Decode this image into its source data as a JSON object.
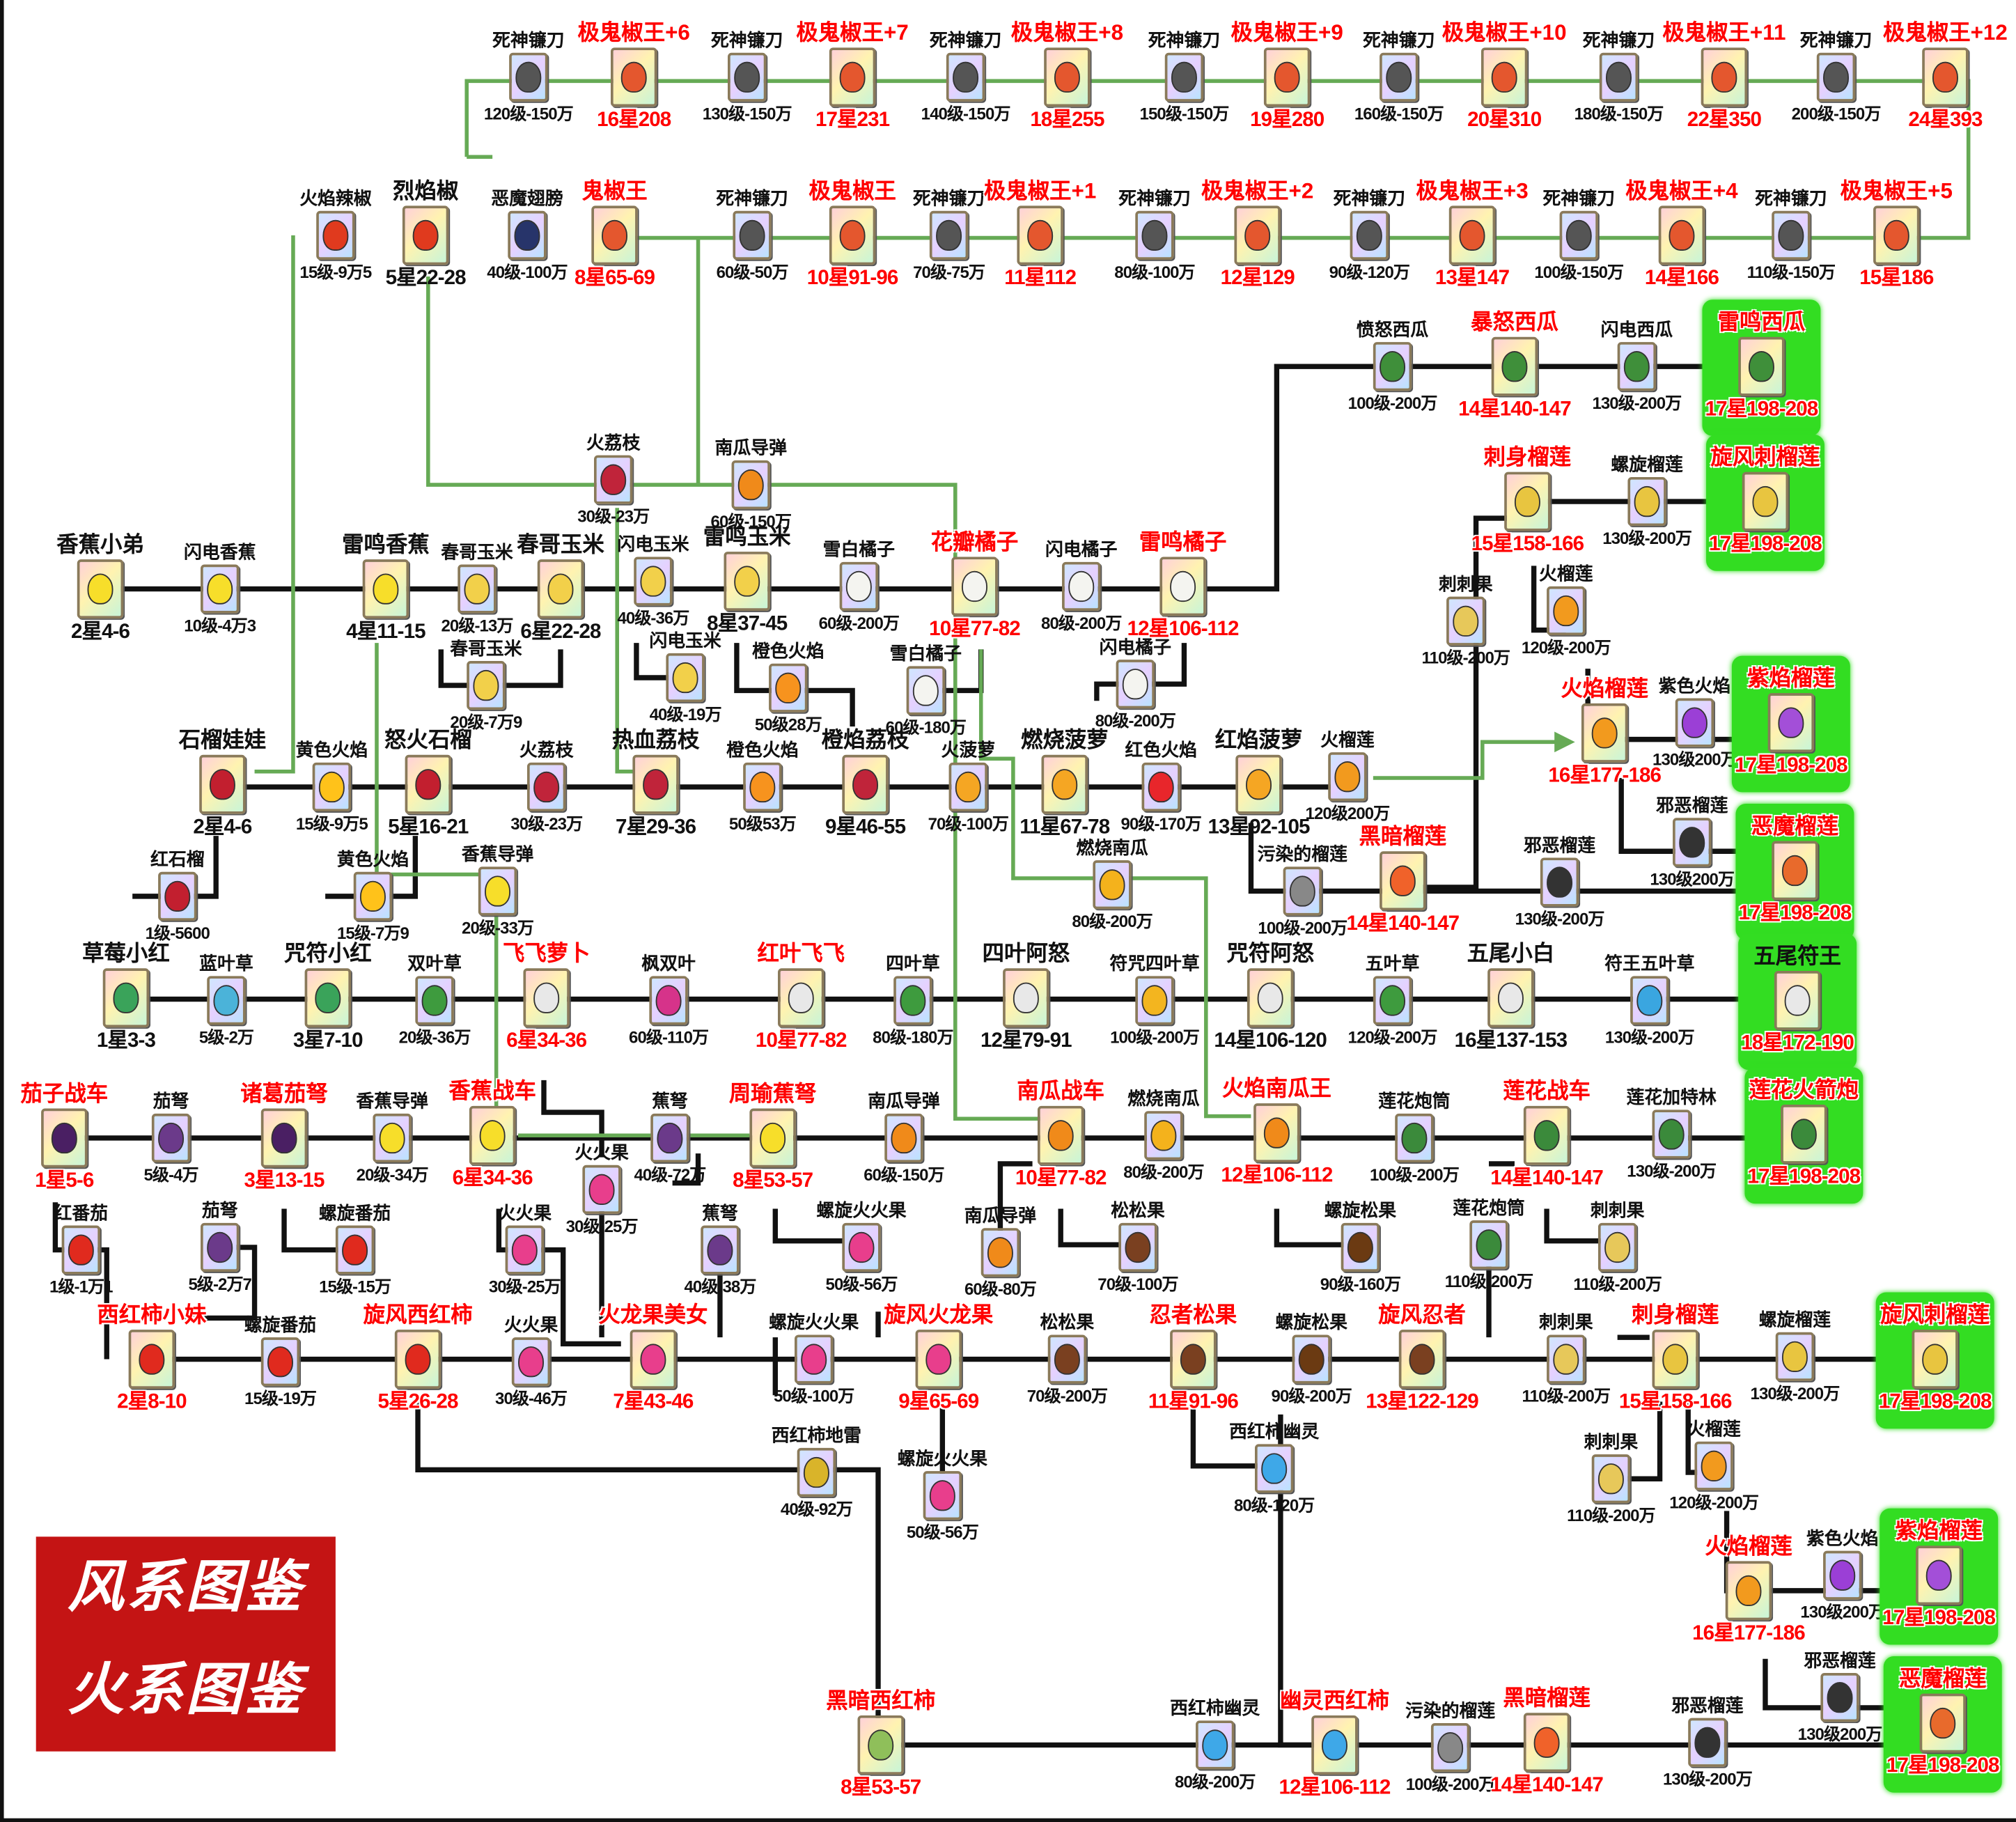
{
  "legend": {
    "wind": "风系图鉴",
    "fire": "火系图鉴",
    "color": "#c41414"
  },
  "colors": {
    "line": "#111111",
    "upgrade_path": "#66aa55",
    "highlight": "#33dd22",
    "red_text": "#ff0000"
  },
  "nodes": [
    {
      "name": "死神镰刀",
      "sub": "120级-150万",
      "kind": "n",
      "icon": "scythe-icon"
    },
    {
      "name": "极鬼椒王+6",
      "sub": "16星208",
      "kind": "r",
      "icon": "ghost-pepper-king-icon"
    },
    {
      "name": "死神镰刀",
      "sub": "130级-150万",
      "kind": "n",
      "icon": "scythe-icon"
    },
    {
      "name": "极鬼椒王+7",
      "sub": "17星231",
      "kind": "r",
      "icon": "ghost-pepper-king-icon"
    },
    {
      "name": "死神镰刀",
      "sub": "140级-150万",
      "kind": "n",
      "icon": "scythe-icon"
    },
    {
      "name": "极鬼椒王+8",
      "sub": "18星255",
      "kind": "r",
      "icon": "ghost-pepper-king-icon"
    },
    {
      "name": "死神镰刀",
      "sub": "150级-150万",
      "kind": "n",
      "icon": "scythe-icon"
    },
    {
      "name": "极鬼椒王+9",
      "sub": "19星280",
      "kind": "r",
      "icon": "ghost-pepper-king-icon"
    },
    {
      "name": "死神镰刀",
      "sub": "160级-150万",
      "kind": "n",
      "icon": "scythe-icon"
    },
    {
      "name": "极鬼椒王+10",
      "sub": "20星310",
      "kind": "r",
      "icon": "ghost-pepper-king-icon"
    },
    {
      "name": "死神镰刀",
      "sub": "180级-150万",
      "kind": "n",
      "icon": "scythe-icon"
    },
    {
      "name": "极鬼椒王+11",
      "sub": "22星350",
      "kind": "r",
      "icon": "ghost-pepper-king-icon"
    },
    {
      "name": "死神镰刀",
      "sub": "200级-150万",
      "kind": "n",
      "icon": "scythe-icon"
    },
    {
      "name": "极鬼椒王+12",
      "sub": "24星393",
      "kind": "r",
      "icon": "ghost-pepper-king-icon"
    },
    {
      "name": "火焰辣椒",
      "sub": "15级-9万5",
      "kind": "n",
      "icon": "pepper-icon"
    },
    {
      "name": "烈焰椒",
      "sub": "5星22-28",
      "kind": "n",
      "icon": "pepper-icon"
    },
    {
      "name": "恶魔翅膀",
      "sub": "40级-100万",
      "kind": "n",
      "icon": "wing-icon"
    },
    {
      "name": "鬼椒王",
      "sub": "8星65-69",
      "kind": "r",
      "icon": "ghost-pepper-king-icon"
    },
    {
      "name": "死神镰刀",
      "sub": "60级-50万",
      "kind": "n",
      "icon": "scythe-icon"
    },
    {
      "name": "极鬼椒王",
      "sub": "10星91-96",
      "kind": "r",
      "icon": "ghost-pepper-king-icon"
    },
    {
      "name": "死神镰刀",
      "sub": "70级-75万",
      "kind": "n",
      "icon": "scythe-icon"
    },
    {
      "name": "极鬼椒王+1",
      "sub": "11星112",
      "kind": "r",
      "icon": "ghost-pepper-king-icon"
    },
    {
      "name": "死神镰刀",
      "sub": "80级-100万",
      "kind": "n",
      "icon": "scythe-icon"
    },
    {
      "name": "极鬼椒王+2",
      "sub": "12星129",
      "kind": "r",
      "icon": "ghost-pepper-king-icon"
    },
    {
      "name": "死神镰刀",
      "sub": "90级-120万",
      "kind": "n",
      "icon": "scythe-icon"
    },
    {
      "name": "极鬼椒王+3",
      "sub": "13星147",
      "kind": "r",
      "icon": "ghost-pepper-king-icon"
    },
    {
      "name": "死神镰刀",
      "sub": "100级-150万",
      "kind": "n",
      "icon": "scythe-icon"
    },
    {
      "name": "极鬼椒王+4",
      "sub": "14星166",
      "kind": "r",
      "icon": "ghost-pepper-king-icon"
    },
    {
      "name": "死神镰刀",
      "sub": "110级-150万",
      "kind": "n",
      "icon": "scythe-icon"
    },
    {
      "name": "极鬼椒王+5",
      "sub": "15星186",
      "kind": "r",
      "icon": "ghost-pepper-king-icon"
    },
    {
      "name": "愤怒西瓜",
      "sub": "100级-200万",
      "kind": "n",
      "icon": "melon-icon"
    },
    {
      "name": "暴怒西瓜",
      "sub": "14星140-147",
      "kind": "r",
      "icon": "melon-icon"
    },
    {
      "name": "闪电西瓜",
      "sub": "130级-200万",
      "kind": "n",
      "icon": "melon-icon"
    },
    {
      "name": "雷鸣西瓜",
      "sub": "17星198-208",
      "kind": "g",
      "icon": "melon-icon"
    },
    {
      "name": "刺身榴莲",
      "sub": "15星158-166",
      "kind": "r",
      "icon": "durian-icon"
    },
    {
      "name": "螺旋榴莲",
      "sub": "130级-200万",
      "kind": "n",
      "icon": "durian-icon"
    },
    {
      "name": "旋风刺榴莲",
      "sub": "17星198-208",
      "kind": "g",
      "icon": "durian-icon"
    },
    {
      "name": "刺刺果",
      "sub": "110级-200万",
      "kind": "n",
      "icon": "spiky-fruit-icon"
    },
    {
      "name": "火榴莲",
      "sub": "120级-200万",
      "kind": "n",
      "icon": "fire-durian-icon"
    },
    {
      "name": "火荔枝",
      "sub": "30级-23万",
      "kind": "n",
      "icon": "lychee-icon"
    },
    {
      "name": "南瓜导弹",
      "sub": "60级-150万",
      "kind": "n",
      "icon": "pumpkin-icon"
    },
    {
      "name": "香蕉小弟",
      "sub": "2星4-6",
      "kind": "n",
      "icon": "banana-icon"
    },
    {
      "name": "闪电香蕉",
      "sub": "10级-4万3",
      "kind": "n",
      "icon": "banana-icon"
    },
    {
      "name": "雷鸣香蕉",
      "sub": "4星11-15",
      "kind": "n",
      "icon": "banana-icon"
    },
    {
      "name": "春哥玉米",
      "sub": "20级-13万",
      "kind": "n",
      "icon": "corn-icon"
    },
    {
      "name": "春哥玉米",
      "sub": "6星22-28",
      "kind": "n",
      "icon": "corn-icon"
    },
    {
      "name": "闪电玉米",
      "sub": "40级-36万",
      "kind": "n",
      "icon": "corn-icon"
    },
    {
      "name": "雷鸣玉米",
      "sub": "8星37-45",
      "kind": "n",
      "icon": "corn-icon"
    },
    {
      "name": "雪白橘子",
      "sub": "60级-200万",
      "kind": "n",
      "icon": "orange-icon"
    },
    {
      "name": "花瓣橘子",
      "sub": "10星77-82",
      "kind": "r",
      "icon": "orange-icon"
    },
    {
      "name": "闪电橘子",
      "sub": "80级-200万",
      "kind": "n",
      "icon": "orange-icon"
    },
    {
      "name": "雷鸣橘子",
      "sub": "12星106-112",
      "kind": "r",
      "icon": "orange-icon"
    },
    {
      "name": "春哥玉米",
      "sub": "20级-7万9",
      "kind": "n",
      "icon": "corn-icon"
    },
    {
      "name": "闪电玉米",
      "sub": "40级-19万",
      "kind": "n",
      "icon": "corn-icon"
    },
    {
      "name": "橙色火焰",
      "sub": "50级28万",
      "kind": "n",
      "icon": "orange-flame-icon"
    },
    {
      "name": "雪白橘子",
      "sub": "60级-180万",
      "kind": "n",
      "icon": "orange-icon"
    },
    {
      "name": "闪电橘子",
      "sub": "80级-200万",
      "kind": "n",
      "icon": "orange-icon"
    },
    {
      "name": "石榴娃娃",
      "sub": "2星4-6",
      "kind": "n",
      "icon": "pomegranate-icon"
    },
    {
      "name": "黄色火焰",
      "sub": "15级-9万5",
      "kind": "n",
      "icon": "yellow-flame-icon"
    },
    {
      "name": "怒火石榴",
      "sub": "5星16-21",
      "kind": "n",
      "icon": "pomegranate-icon"
    },
    {
      "name": "火荔枝",
      "sub": "30级-23万",
      "kind": "n",
      "icon": "lychee-icon"
    },
    {
      "name": "热血荔枝",
      "sub": "7星29-36",
      "kind": "n",
      "icon": "lychee-icon"
    },
    {
      "name": "橙色火焰",
      "sub": "50级53万",
      "kind": "n",
      "icon": "orange-flame-icon"
    },
    {
      "name": "橙焰荔枝",
      "sub": "9星46-55",
      "kind": "n",
      "icon": "lychee-icon"
    },
    {
      "name": "火菠萝",
      "sub": "70级-100万",
      "kind": "n",
      "icon": "pineapple-icon"
    },
    {
      "name": "燃烧菠萝",
      "sub": "11星67-78",
      "kind": "n",
      "icon": "pineapple-icon"
    },
    {
      "name": "红色火焰",
      "sub": "90级-170万",
      "kind": "n",
      "icon": "red-flame-icon"
    },
    {
      "name": "红焰菠萝",
      "sub": "13星92-105",
      "kind": "n",
      "icon": "pineapple-icon"
    },
    {
      "name": "火榴莲",
      "sub": "120级200万",
      "kind": "n",
      "icon": "fire-durian-icon"
    },
    {
      "name": "火焰榴莲",
      "sub": "16星177-186",
      "kind": "r",
      "icon": "fire-durian-icon"
    },
    {
      "name": "紫色火焰",
      "sub": "130级200万",
      "kind": "n",
      "icon": "purple-flame-icon"
    },
    {
      "name": "紫焰榴莲",
      "sub": "17星198-208",
      "kind": "g",
      "icon": "purple-durian-icon"
    },
    {
      "name": "邪恶榴莲",
      "sub": "130级200万",
      "kind": "n",
      "icon": "evil-durian-icon"
    },
    {
      "name": "恶魔榴莲",
      "sub": "17星198-208",
      "kind": "g",
      "icon": "demon-durian-icon"
    },
    {
      "name": "黑暗榴莲",
      "sub": "14星140-147",
      "kind": "r",
      "icon": "dark-durian-icon"
    },
    {
      "name": "污染的榴莲",
      "sub": "100级-200万",
      "kind": "n",
      "icon": "polluted-durian-icon"
    },
    {
      "name": "邪恶榴莲",
      "sub": "130级-200万",
      "kind": "n",
      "icon": "evil-durian-icon"
    },
    {
      "name": "燃烧南瓜",
      "sub": "80级-200万",
      "kind": "n",
      "icon": "burning-pumpkin-icon"
    },
    {
      "name": "红石榴",
      "sub": "1级-5600",
      "kind": "n",
      "icon": "pomegranate-icon"
    },
    {
      "name": "黄色火焰",
      "sub": "15级-7万9",
      "kind": "n",
      "icon": "yellow-flame-icon"
    },
    {
      "name": "香蕉导弹",
      "sub": "20级-33万",
      "kind": "n",
      "icon": "banana-icon"
    },
    {
      "name": "草莓小红",
      "sub": "1星3-3",
      "kind": "n",
      "icon": "strawberry-icon"
    },
    {
      "name": "蓝叶草",
      "sub": "5级-2万",
      "kind": "n",
      "icon": "blue-leaf-icon"
    },
    {
      "name": "咒符小红",
      "sub": "3星7-10",
      "kind": "n",
      "icon": "strawberry-icon"
    },
    {
      "name": "双叶草",
      "sub": "20级-36万",
      "kind": "n",
      "icon": "clover-icon"
    },
    {
      "name": "飞飞萝卜",
      "sub": "6星34-36",
      "kind": "r",
      "icon": "radish-icon"
    },
    {
      "name": "枫双叶",
      "sub": "60级-110万",
      "kind": "n",
      "icon": "maple-leaf-icon"
    },
    {
      "name": "红叶飞飞",
      "sub": "10星77-82",
      "kind": "r",
      "icon": "radish-icon"
    },
    {
      "name": "四叶草",
      "sub": "80级-180万",
      "kind": "n",
      "icon": "clover-icon"
    },
    {
      "name": "四叶阿怒",
      "sub": "12星79-91",
      "kind": "n",
      "icon": "radish-icon"
    },
    {
      "name": "符咒四叶草",
      "sub": "100级-200万",
      "kind": "n",
      "icon": "gold-clover-icon"
    },
    {
      "name": "咒符阿怒",
      "sub": "14星106-120",
      "kind": "n",
      "icon": "radish-icon"
    },
    {
      "name": "五叶草",
      "sub": "120级-200万",
      "kind": "n",
      "icon": "clover-icon"
    },
    {
      "name": "五尾小白",
      "sub": "16星137-153",
      "kind": "n",
      "icon": "radish-icon"
    },
    {
      "name": "符王五叶草",
      "sub": "130级-200万",
      "kind": "n",
      "icon": "blue-clover-icon"
    },
    {
      "name": "五尾符王",
      "sub": "18星172-190",
      "kind": "g",
      "icon": "radish-icon"
    },
    {
      "name": "茄子战车",
      "sub": "1星5-6",
      "kind": "r",
      "icon": "eggplant-icon"
    },
    {
      "name": "茄弩",
      "sub": "5级-4万",
      "kind": "n",
      "icon": "crossbow-icon"
    },
    {
      "name": "诸葛茄弩",
      "sub": "3星13-15",
      "kind": "r",
      "icon": "eggplant-icon"
    },
    {
      "name": "香蕉导弹",
      "sub": "20级-34万",
      "kind": "n",
      "icon": "banana-icon"
    },
    {
      "name": "香蕉战车",
      "sub": "6星34-36",
      "kind": "r",
      "icon": "banana-icon"
    },
    {
      "name": "蕉弩",
      "sub": "40级-72万",
      "kind": "n",
      "icon": "crossbow-icon"
    },
    {
      "name": "周瑜蕉弩",
      "sub": "8星53-57",
      "kind": "r",
      "icon": "banana-icon"
    },
    {
      "name": "南瓜导弹",
      "sub": "60级-150万",
      "kind": "n",
      "icon": "pumpkin-icon"
    },
    {
      "name": "南瓜战车",
      "sub": "10星77-82",
      "kind": "r",
      "icon": "pumpkin-icon"
    },
    {
      "name": "燃烧南瓜",
      "sub": "80级-200万",
      "kind": "n",
      "icon": "burning-pumpkin-icon"
    },
    {
      "name": "火焰南瓜王",
      "sub": "12星106-112",
      "kind": "r",
      "icon": "pumpkin-icon"
    },
    {
      "name": "莲花炮筒",
      "sub": "100级-200万",
      "kind": "n",
      "icon": "lotus-icon"
    },
    {
      "name": "莲花战车",
      "sub": "14星140-147",
      "kind": "r",
      "icon": "lotus-icon"
    },
    {
      "name": "莲花加特林",
      "sub": "130级-200万",
      "kind": "n",
      "icon": "lotus-icon"
    },
    {
      "name": "莲花火箭炮",
      "sub": "17星198-208",
      "kind": "g",
      "icon": "lotus-icon"
    },
    {
      "name": "火火果",
      "sub": "30级-25万",
      "kind": "n",
      "icon": "dragonfruit-icon"
    },
    {
      "name": "红番茄",
      "sub": "1级-1万1",
      "kind": "n",
      "icon": "tomato-icon"
    },
    {
      "name": "茄弩",
      "sub": "5级-2万7",
      "kind": "n",
      "icon": "crossbow-icon"
    },
    {
      "name": "螺旋番茄",
      "sub": "15级-15万",
      "kind": "n",
      "icon": "tomato-icon"
    },
    {
      "name": "火火果",
      "sub": "30级-25万",
      "kind": "n",
      "icon": "dragonfruit-icon"
    },
    {
      "name": "蕉弩",
      "sub": "40级-38万",
      "kind": "n",
      "icon": "crossbow-icon"
    },
    {
      "name": "螺旋火火果",
      "sub": "50级-56万",
      "kind": "n",
      "icon": "dragonfruit-icon"
    },
    {
      "name": "南瓜导弹",
      "sub": "60级-80万",
      "kind": "n",
      "icon": "pumpkin-icon"
    },
    {
      "name": "松松果",
      "sub": "70级-100万",
      "kind": "n",
      "icon": "pinecone-icon"
    },
    {
      "name": "螺旋松果",
      "sub": "90级-160万",
      "kind": "n",
      "icon": "nut-icon"
    },
    {
      "name": "莲花炮筒",
      "sub": "110级-200万",
      "kind": "n",
      "icon": "lotus-icon"
    },
    {
      "name": "刺刺果",
      "sub": "110级-200万",
      "kind": "n",
      "icon": "spiky-fruit-icon"
    },
    {
      "name": "西红柿小妹",
      "sub": "2星8-10",
      "kind": "r",
      "icon": "tomato-icon"
    },
    {
      "name": "螺旋番茄",
      "sub": "15级-19万",
      "kind": "n",
      "icon": "tomato-icon"
    },
    {
      "name": "旋风西红柿",
      "sub": "5星26-28",
      "kind": "r",
      "icon": "tomato-icon"
    },
    {
      "name": "火火果",
      "sub": "30级-46万",
      "kind": "n",
      "icon": "dragonfruit-icon"
    },
    {
      "name": "火龙果美女",
      "sub": "7星43-46",
      "kind": "r",
      "icon": "dragonfruit-icon"
    },
    {
      "name": "螺旋火火果",
      "sub": "50级-100万",
      "kind": "n",
      "icon": "dragonfruit-icon"
    },
    {
      "name": "旋风火龙果",
      "sub": "9星65-69",
      "kind": "r",
      "icon": "dragonfruit-icon"
    },
    {
      "name": "松松果",
      "sub": "70级-200万",
      "kind": "n",
      "icon": "pinecone-icon"
    },
    {
      "name": "忍者松果",
      "sub": "11星91-96",
      "kind": "r",
      "icon": "pinecone-icon"
    },
    {
      "name": "螺旋松果",
      "sub": "90级-200万",
      "kind": "n",
      "icon": "nut-icon"
    },
    {
      "name": "旋风忍者",
      "sub": "13星122-129",
      "kind": "r",
      "icon": "pinecone-icon"
    },
    {
      "name": "刺刺果",
      "sub": "110级-200万",
      "kind": "n",
      "icon": "spiky-fruit-icon"
    },
    {
      "name": "刺身榴莲",
      "sub": "15星158-166",
      "kind": "r",
      "icon": "durian-icon"
    },
    {
      "name": "螺旋榴莲",
      "sub": "130级-200万",
      "kind": "n",
      "icon": "durian-icon"
    },
    {
      "name": "旋风刺榴莲",
      "sub": "17星198-208",
      "kind": "g",
      "icon": "durian-icon"
    },
    {
      "name": "西红柿地雷",
      "sub": "40级-92万",
      "kind": "n",
      "icon": "tomato-mine-icon"
    },
    {
      "name": "螺旋火火果",
      "sub": "50级-56万",
      "kind": "n",
      "icon": "dragonfruit-icon"
    },
    {
      "name": "西红柿幽灵",
      "sub": "80级-120万",
      "kind": "n",
      "icon": "ghost-icon"
    },
    {
      "name": "刺刺果",
      "sub": "110级-200万",
      "kind": "n",
      "icon": "spiky-fruit-icon"
    },
    {
      "name": "火榴莲",
      "sub": "120级-200万",
      "kind": "n",
      "icon": "fire-durian-icon"
    },
    {
      "name": "火焰榴莲",
      "sub": "16星177-186",
      "kind": "r",
      "icon": "fire-durian-icon"
    },
    {
      "name": "紫色火焰",
      "sub": "130级200万",
      "kind": "n",
      "icon": "purple-flame-icon"
    },
    {
      "name": "紫焰榴莲",
      "sub": "17星198-208",
      "kind": "g",
      "icon": "purple-durian-icon"
    },
    {
      "name": "邪恶榴莲",
      "sub": "130级200万",
      "kind": "n",
      "icon": "evil-durian-icon"
    },
    {
      "name": "恶魔榴莲",
      "sub": "17星198-208",
      "kind": "g",
      "icon": "demon-durian-icon"
    },
    {
      "name": "黑暗西红柿",
      "sub": "8星53-57",
      "kind": "r",
      "icon": "dark-tomato-icon"
    },
    {
      "name": "西红柿幽灵",
      "sub": "80级-200万",
      "kind": "n",
      "icon": "ghost-icon"
    },
    {
      "name": "幽灵西红柿",
      "sub": "12星106-112",
      "kind": "r",
      "icon": "ghost-icon"
    },
    {
      "name": "污染的榴莲",
      "sub": "100级-200万",
      "kind": "n",
      "icon": "polluted-durian-icon"
    },
    {
      "name": "黑暗榴莲",
      "sub": "14星140-147",
      "kind": "r",
      "icon": "dark-durian-icon"
    },
    {
      "name": "邪恶榴莲",
      "sub": "130级-200万",
      "kind": "n",
      "icon": "evil-durian-icon"
    }
  ]
}
